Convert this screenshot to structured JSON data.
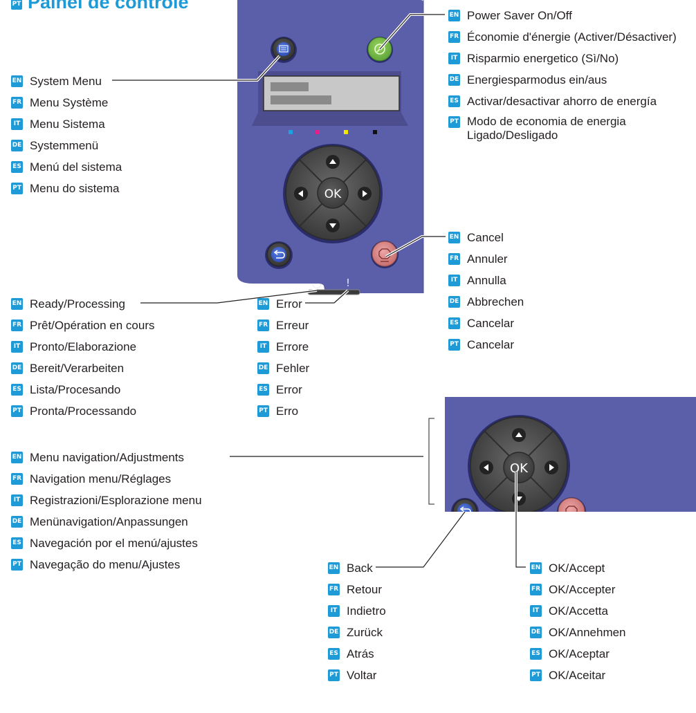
{
  "title": {
    "badge": "PT",
    "text": "Painel de controle"
  },
  "display": {
    "ok_label": "OK",
    "ready_symbol": "◡",
    "error_symbol": "!"
  },
  "callouts": {
    "power_saver": [
      {
        "lang": "EN",
        "text": "Power Saver On/Off"
      },
      {
        "lang": "FR",
        "text": "Économie d'énergie (Activer/Désactiver)"
      },
      {
        "lang": "IT",
        "text": "Risparmio energetico (Sì/No)"
      },
      {
        "lang": "DE",
        "text": "Energiesparmodus ein/aus"
      },
      {
        "lang": "ES",
        "text": "Activar/desactivar ahorro de energía"
      },
      {
        "lang": "PT",
        "text": "Modo de economia de energia",
        "text2": "Ligado/Desligado"
      }
    ],
    "system_menu": [
      {
        "lang": "EN",
        "text": "System Menu"
      },
      {
        "lang": "FR",
        "text": "Menu Système"
      },
      {
        "lang": "IT",
        "text": "Menu Sistema"
      },
      {
        "lang": "DE",
        "text": "Systemmenü"
      },
      {
        "lang": "ES",
        "text": "Menú del sistema"
      },
      {
        "lang": "PT",
        "text": "Menu do sistema"
      }
    ],
    "cancel": [
      {
        "lang": "EN",
        "text": "Cancel"
      },
      {
        "lang": "FR",
        "text": "Annuler"
      },
      {
        "lang": "IT",
        "text": "Annulla"
      },
      {
        "lang": "DE",
        "text": "Abbrechen"
      },
      {
        "lang": "ES",
        "text": "Cancelar"
      },
      {
        "lang": "PT",
        "text": "Cancelar"
      }
    ],
    "ready": [
      {
        "lang": "EN",
        "text": "Ready/Processing"
      },
      {
        "lang": "FR",
        "text": "Prêt/Opération en cours"
      },
      {
        "lang": "IT",
        "text": "Pronto/Elaborazione"
      },
      {
        "lang": "DE",
        "text": "Bereit/Verarbeiten"
      },
      {
        "lang": "ES",
        "text": "Lista/Procesando"
      },
      {
        "lang": "PT",
        "text": "Pronta/Processando"
      }
    ],
    "error": [
      {
        "lang": "EN",
        "text": "Error"
      },
      {
        "lang": "FR",
        "text": "Erreur"
      },
      {
        "lang": "IT",
        "text": "Errore"
      },
      {
        "lang": "DE",
        "text": "Fehler"
      },
      {
        "lang": "ES",
        "text": "Error"
      },
      {
        "lang": "PT",
        "text": "Erro"
      }
    ],
    "navigation": [
      {
        "lang": "EN",
        "text": "Menu navigation/Adjustments"
      },
      {
        "lang": "FR",
        "text": "Navigation menu/Réglages"
      },
      {
        "lang": "IT",
        "text": "Registrazioni/Esplorazione menu"
      },
      {
        "lang": "DE",
        "text": "Menünavigation/Anpassungen"
      },
      {
        "lang": "ES",
        "text": "Navegación por el menú/ajustes"
      },
      {
        "lang": "PT",
        "text": "Navegação do menu/Ajustes"
      }
    ],
    "back": [
      {
        "lang": "EN",
        "text": "Back"
      },
      {
        "lang": "FR",
        "text": "Retour"
      },
      {
        "lang": "IT",
        "text": "Indietro"
      },
      {
        "lang": "DE",
        "text": "Zurück"
      },
      {
        "lang": "ES",
        "text": "Atrás"
      },
      {
        "lang": "PT",
        "text": "Voltar"
      }
    ],
    "ok": [
      {
        "lang": "EN",
        "text": "OK/Accept"
      },
      {
        "lang": "FR",
        "text": "OK/Accepter"
      },
      {
        "lang": "IT",
        "text": "OK/Accetta"
      },
      {
        "lang": "DE",
        "text": "OK/Annehmen"
      },
      {
        "lang": "ES",
        "text": "OK/Aceptar"
      },
      {
        "lang": "PT",
        "text": "OK/Aceitar"
      }
    ]
  },
  "colors": {
    "panel": "#5b5ea8",
    "badge": "#1e9ad6",
    "green_button": "#7cc142",
    "cancel_button": "#d98b8b",
    "dpad": "#4a4a4a"
  }
}
